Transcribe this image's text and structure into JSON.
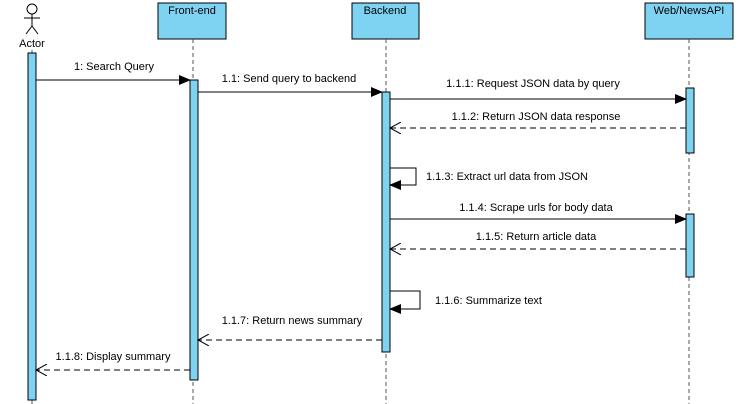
{
  "diagram": {
    "actor": {
      "label": "Actor"
    },
    "participants": [
      {
        "id": "frontend",
        "label": "Front-end"
      },
      {
        "id": "backend",
        "label": "Backend"
      },
      {
        "id": "api",
        "label": "Web/NewsAPI"
      }
    ],
    "messages": [
      {
        "id": "m1",
        "label": "1: Search Query",
        "from": "actor",
        "to": "frontend",
        "kind": "sync"
      },
      {
        "id": "m2",
        "label": "1.1: Send query to backend",
        "from": "frontend",
        "to": "backend",
        "kind": "sync"
      },
      {
        "id": "m3",
        "label": "1.1.1: Request JSON data by query",
        "from": "backend",
        "to": "api",
        "kind": "sync"
      },
      {
        "id": "m4",
        "label": "1.1.2: Return JSON data response",
        "from": "api",
        "to": "backend",
        "kind": "return"
      },
      {
        "id": "m5",
        "label": "1.1.3: Extract url data from JSON",
        "from": "backend",
        "to": "backend",
        "kind": "self"
      },
      {
        "id": "m6",
        "label": "1.1.4: Scrape urls for body data",
        "from": "backend",
        "to": "api",
        "kind": "sync"
      },
      {
        "id": "m7",
        "label": "1.1.5: Return article data",
        "from": "api",
        "to": "backend",
        "kind": "return"
      },
      {
        "id": "m8",
        "label": "1.1.6: Summarize text",
        "from": "backend",
        "to": "backend",
        "kind": "self"
      },
      {
        "id": "m9",
        "label": "1.1.7: Return news summary",
        "from": "backend",
        "to": "frontend",
        "kind": "return"
      },
      {
        "id": "m10",
        "label": "1.1.8: Display summary",
        "from": "frontend",
        "to": "actor",
        "kind": "return"
      }
    ]
  },
  "colors": {
    "box_fill": "#7fd3f2",
    "activation_fill": "#7fd3f2",
    "line": "#000000",
    "lifeline": "#555555"
  }
}
